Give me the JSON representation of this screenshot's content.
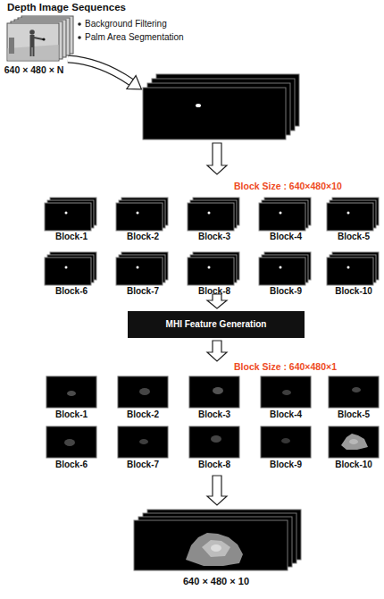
{
  "diagram": {
    "nodes": [
      {
        "text": [
          "Depth Image Sequences",
          "640 × 480 × N"
        ]
      },
      {
        "text": [
          "Block-1"
        ]
      },
      {
        "text": [
          "Block-2"
        ]
      },
      {
        "text": [
          "Block-3"
        ]
      },
      {
        "text": [
          "Block-4"
        ]
      },
      {
        "text": [
          "Block-5"
        ]
      },
      {
        "text": [
          "Block-6"
        ]
      },
      {
        "text": [
          "Block-7"
        ]
      },
      {
        "text": [
          "Block-8"
        ]
      },
      {
        "text": [
          "Block-9"
        ]
      },
      {
        "text": [
          "Block-10"
        ]
      },
      {
        "text": [
          "MHI Feature Generation"
        ]
      },
      {
        "text": [
          "Block-1"
        ]
      },
      {
        "text": [
          "Block-2"
        ]
      },
      {
        "text": [
          "Block-3"
        ]
      },
      {
        "text": [
          "Block-4"
        ]
      },
      {
        "text": [
          "Block-5"
        ]
      },
      {
        "text": [
          "Block-6"
        ]
      },
      {
        "text": [
          "Block-7"
        ]
      },
      {
        "text": [
          "Block-8"
        ]
      },
      {
        "text": [
          "Block-9"
        ]
      },
      {
        "text": [
          "Block-10"
        ]
      },
      {
        "text": [
          "640 × 480 × 10"
        ]
      }
    ],
    "labels": [
      "Background Filtering",
      "Palm Area Segmentation",
      "Block Size : 640×480×10",
      "Block Size : 640×480×1"
    ]
  }
}
